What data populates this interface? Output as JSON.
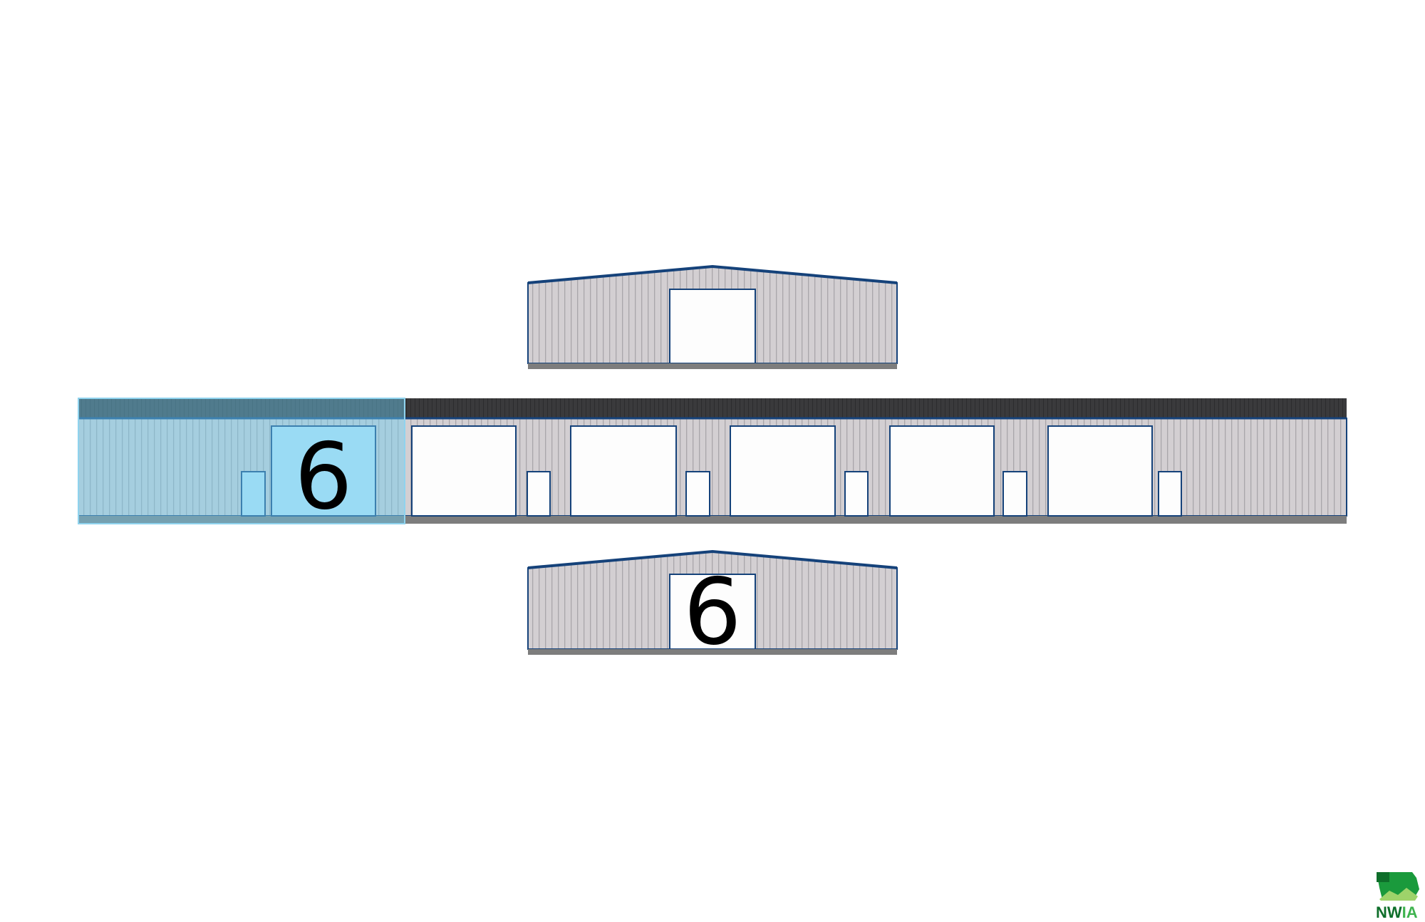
{
  "diagram": {
    "highlighted_unit": "6",
    "front_elevation_unit_label": "6",
    "side_elevation_unit_label": "6"
  },
  "logo": {
    "text_nw": "NW",
    "text_ia": "IA"
  },
  "colors": {
    "wall": "#d3cfd2",
    "trim": "#15427a",
    "roof": "#3a3a3c",
    "base": "#7d7d7d",
    "highlight": "#8fd3ee",
    "logo_green": "#1a9a3c"
  }
}
